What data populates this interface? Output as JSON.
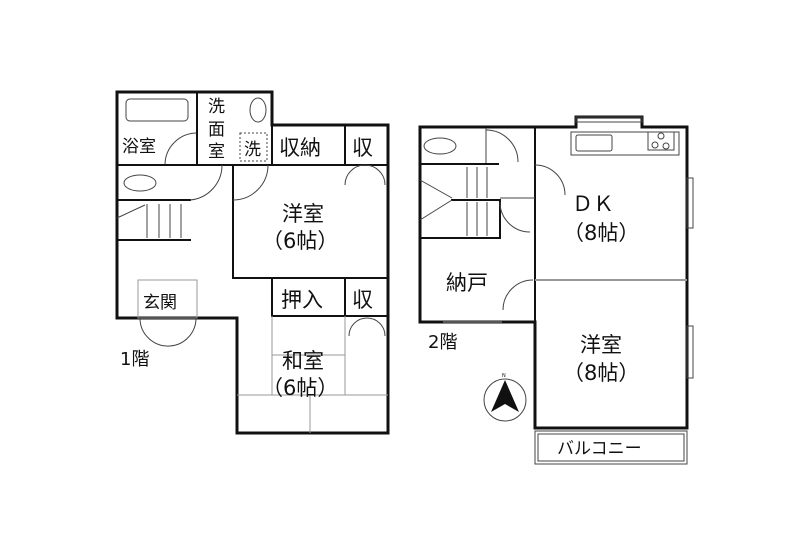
{
  "floor1": {
    "label": "1階",
    "rooms": {
      "bath": "浴室",
      "wash1": "洗",
      "wash2": "面",
      "wash3": "室",
      "laundry": "洗",
      "storage": "収納",
      "closet_top": "収",
      "western": "洋室",
      "western_size": "（6帖）",
      "entrance": "玄関",
      "oshiire": "押入",
      "closet_bottom": "収",
      "japanese": "和室",
      "japanese_size": "（6帖）"
    }
  },
  "floor2": {
    "label": "2階",
    "rooms": {
      "dk": "ＤＫ",
      "dk_size": "（8帖）",
      "nando": "納戸",
      "western": "洋室",
      "western_size": "（8帖）",
      "balcony": "バルコニー"
    },
    "compass": "N"
  }
}
